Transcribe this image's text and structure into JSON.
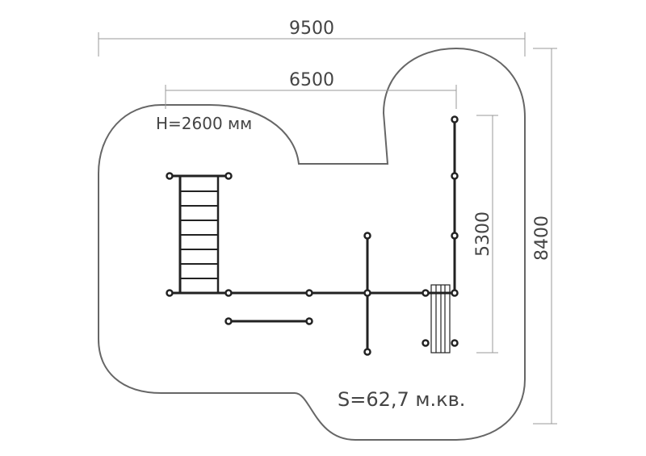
{
  "dimensions": {
    "overall_width": "9500",
    "inner_width": "6500",
    "inner_depth": "5300",
    "overall_depth": "8400"
  },
  "height_label": "H=2600 мм",
  "area_label": "S=62,7 м.кв."
}
